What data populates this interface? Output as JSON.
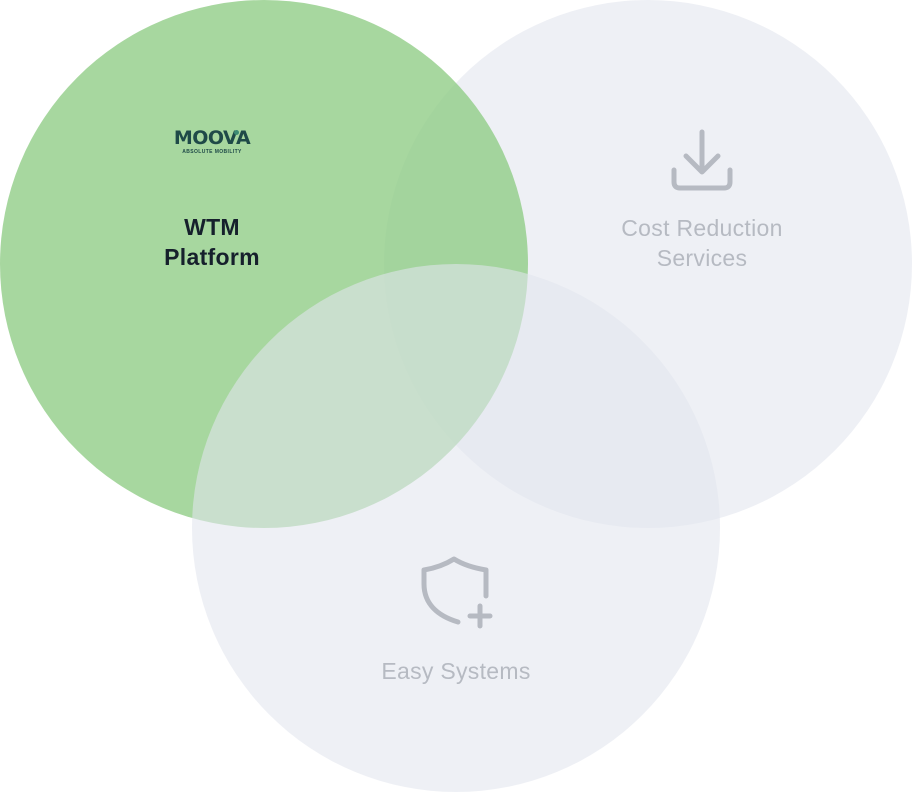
{
  "circles": {
    "wtm": {
      "logo": {
        "wordmark": "MOOVA",
        "tagline": "ABSOLUTE MOBILITY"
      },
      "title_line1": "WTM",
      "title_line2": "Platform",
      "color": "#8ECC84"
    },
    "cost": {
      "icon": "download-icon",
      "title_line1": "Cost Reduction",
      "title_line2": "Services",
      "color": "#E2E6EE"
    },
    "easy": {
      "icon": "shield-plus-icon",
      "title": "Easy Systems",
      "color": "#E2E6EE"
    }
  }
}
